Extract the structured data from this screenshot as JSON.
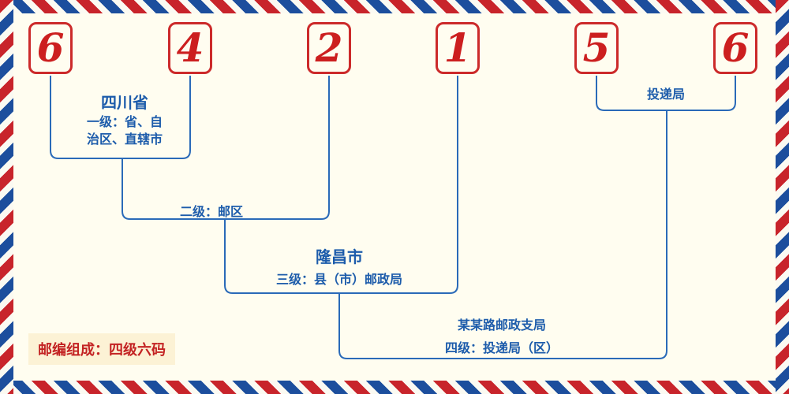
{
  "postal_code": {
    "digits": [
      "6",
      "4",
      "2",
      "1",
      "5",
      "6"
    ]
  },
  "labels": {
    "level1_title": "四川省",
    "level1_desc_line1": "一级：省、自",
    "level1_desc_line2": "治区、直辖市",
    "level2_desc": "二级：邮区",
    "level3_title": "隆昌市",
    "level3_desc": "三级：县（市）邮政局",
    "level4_title": "某某路邮政支局",
    "level4_desc": "四级：投递局（区）",
    "delivery_office": "投递局",
    "footer_note": "邮编组成：四级六码"
  },
  "colors": {
    "digit_red": "#cc1f1f",
    "box_border_red": "#cc2a2a",
    "line_blue": "#2a6ab8",
    "label_blue": "#1d5cab",
    "note_red": "#c32222",
    "background_cream": "#fffdf0",
    "stripe_red": "#c8242b",
    "stripe_blue": "#1c4e9d"
  }
}
